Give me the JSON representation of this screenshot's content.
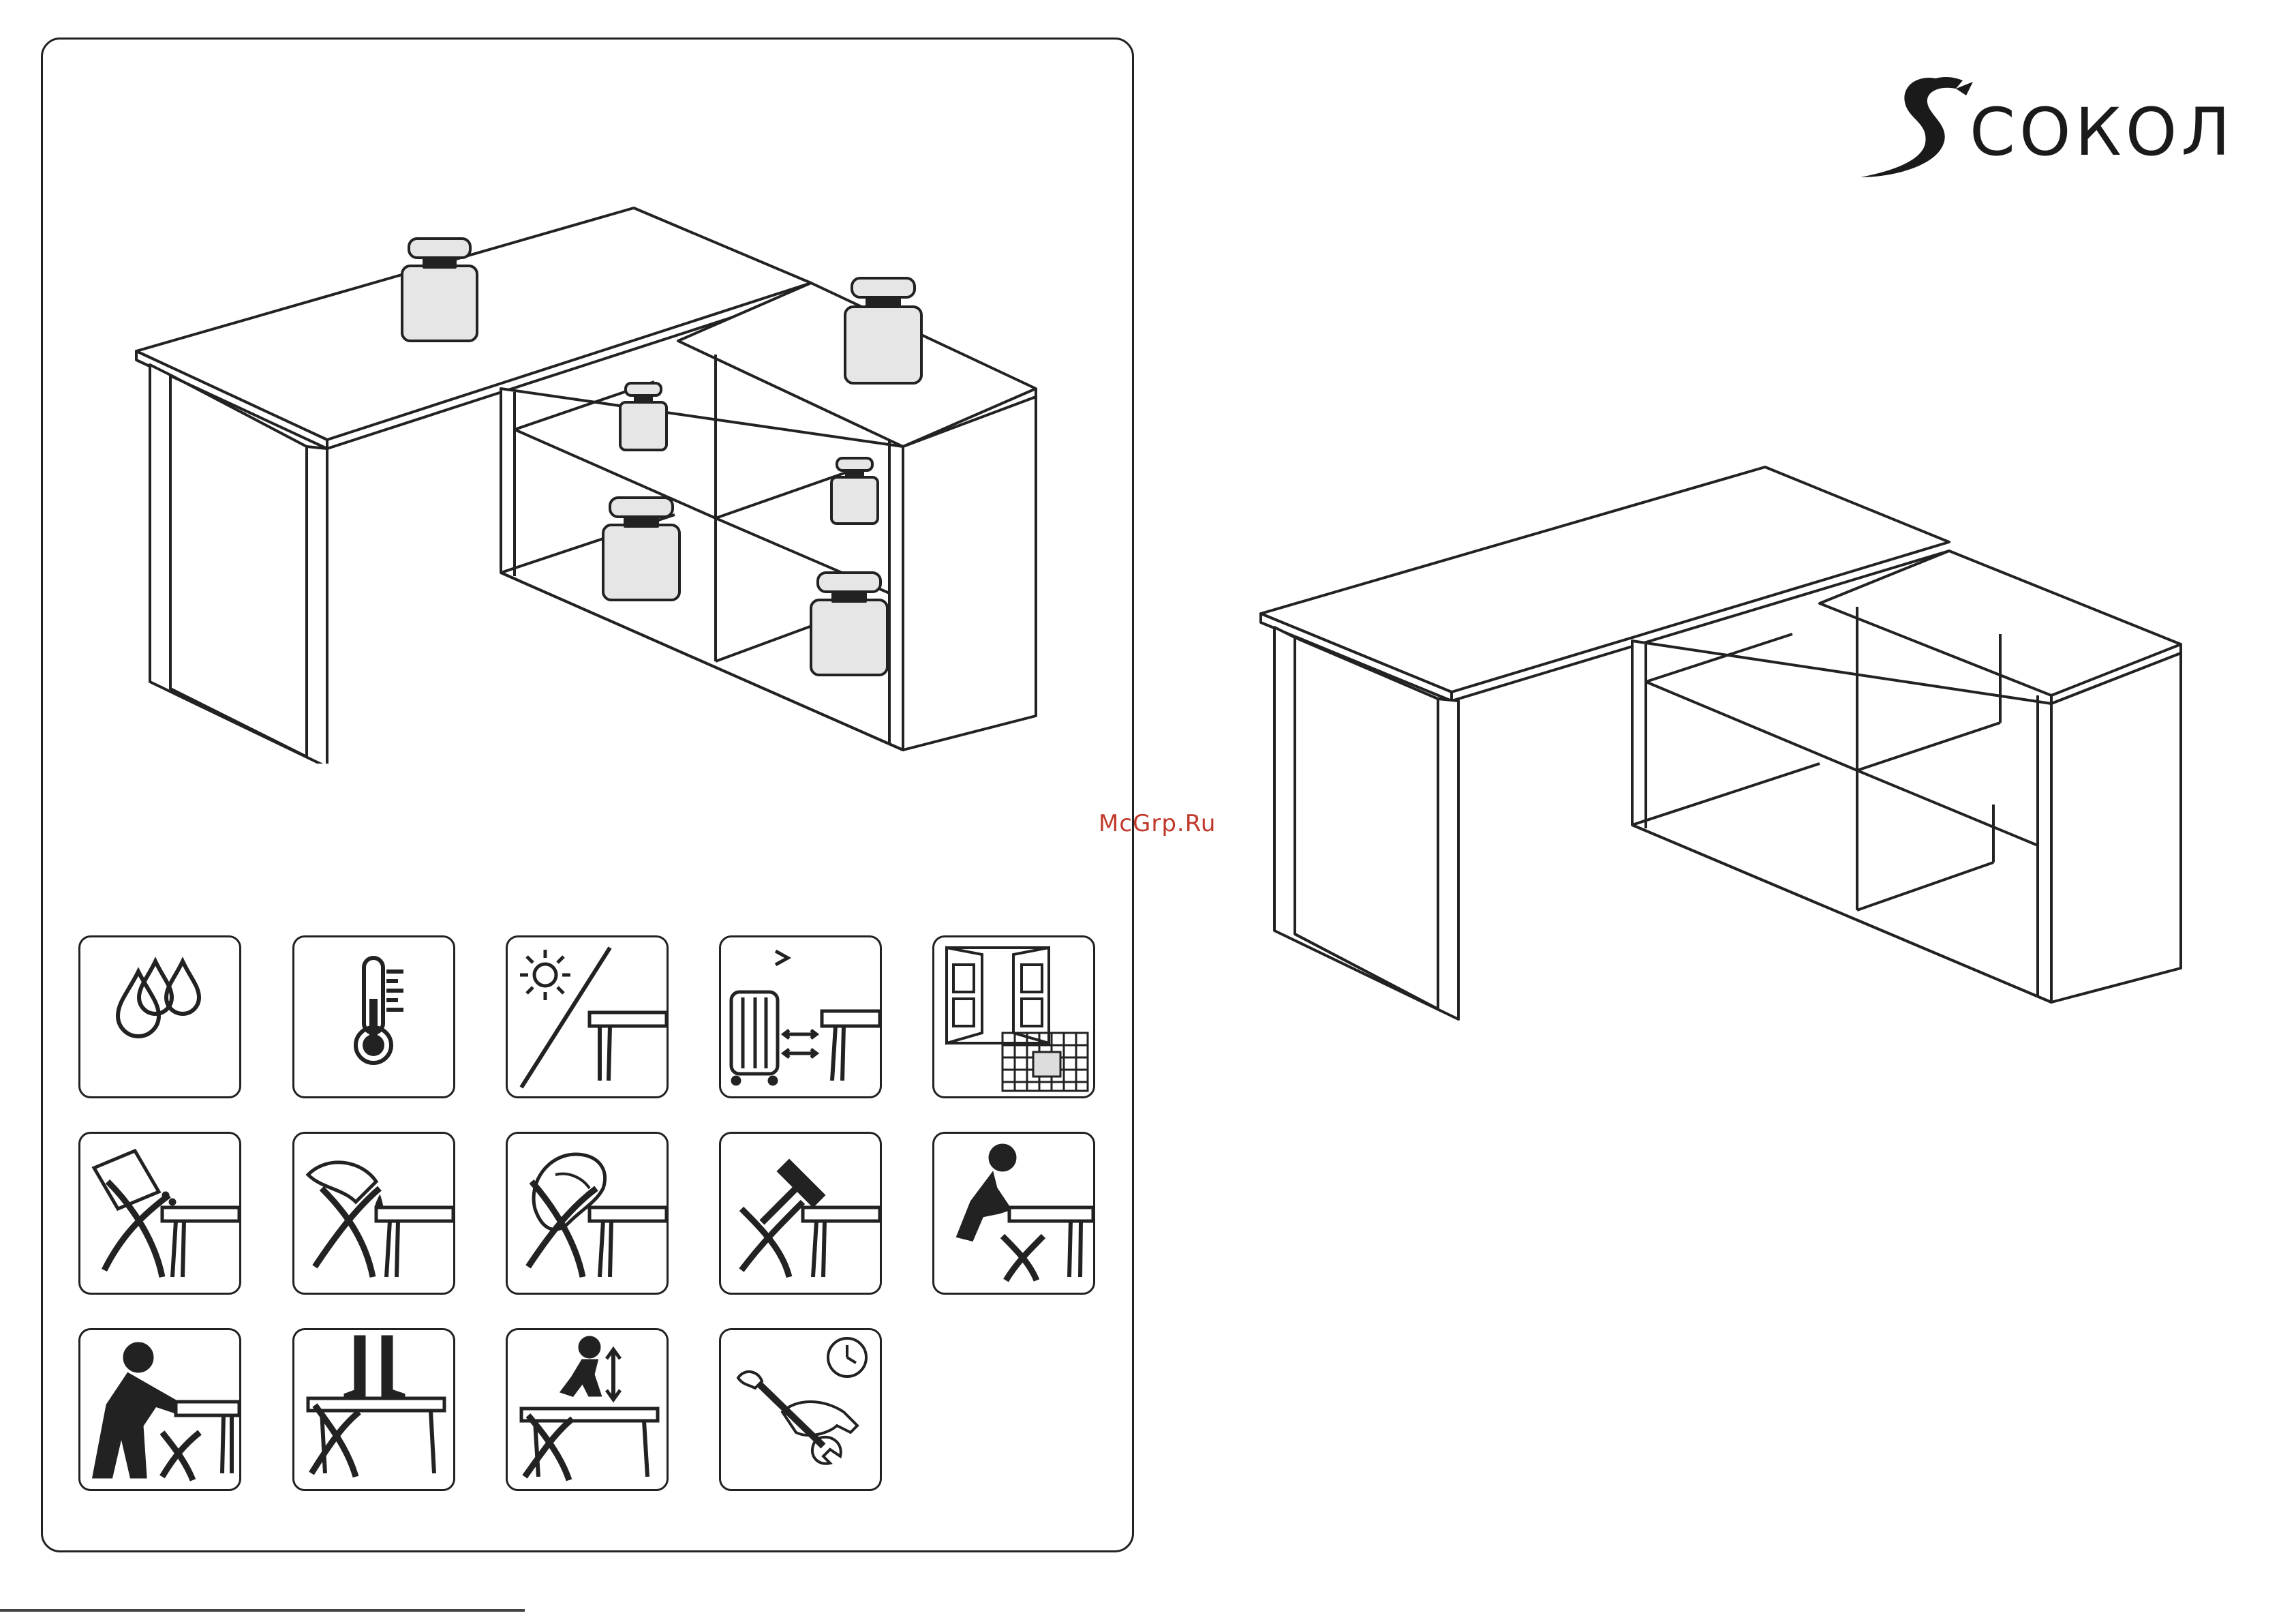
{
  "brand": {
    "name": "СОКОЛ",
    "logo_icon": "falcon-logo-icon"
  },
  "watermark": {
    "text": "McGrp.Ru"
  },
  "illustrations": {
    "loaded": "desk-with-weights-illustration",
    "assembled": "assembled-corner-desk-illustration"
  },
  "icons": [
    {
      "name": "humidity-drops-icon"
    },
    {
      "name": "thermometer-icon"
    },
    {
      "name": "sunlight-warning-icon"
    },
    {
      "name": "heater-distance-icon"
    },
    {
      "name": "ventilation-window-icon"
    },
    {
      "name": "no-abrasive-cleaning-icon"
    },
    {
      "name": "no-liquid-spill-icon"
    },
    {
      "name": "no-aggressive-cleaner-icon"
    },
    {
      "name": "no-impact-hammer-icon"
    },
    {
      "name": "no-sitting-on-edge-icon"
    },
    {
      "name": "no-leaning-icon"
    },
    {
      "name": "no-standing-icon"
    },
    {
      "name": "no-jumping-icon"
    },
    {
      "name": "periodic-tightening-icon"
    }
  ]
}
